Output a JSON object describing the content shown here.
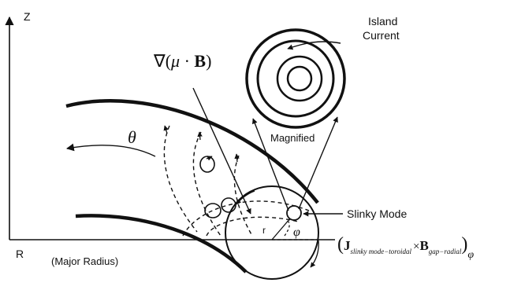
{
  "axes": {
    "vertical_label": "Z",
    "horizontal_label": "R",
    "horizontal_caption": "(Major Radius)"
  },
  "labels": {
    "grad_nabla": "∇",
    "grad_paren_open": "(",
    "grad_mu": "μ",
    "grad_dot": " · ",
    "grad_B": "B",
    "grad_paren_close": ")",
    "theta": "θ",
    "island_current_line1": "Island",
    "island_current_line2": "Current",
    "magnified": "Magnified",
    "slinky_mode": "Slinky Mode",
    "r": "r",
    "phi": "φ"
  },
  "formula": {
    "J": "J",
    "J_sub": "slinky mode−toroidal",
    "times": "×",
    "B": "B",
    "B_sub": "gap−radial",
    "outer_sub": "φ"
  },
  "colors": {
    "ink": "#111111",
    "background": "#ffffff"
  }
}
